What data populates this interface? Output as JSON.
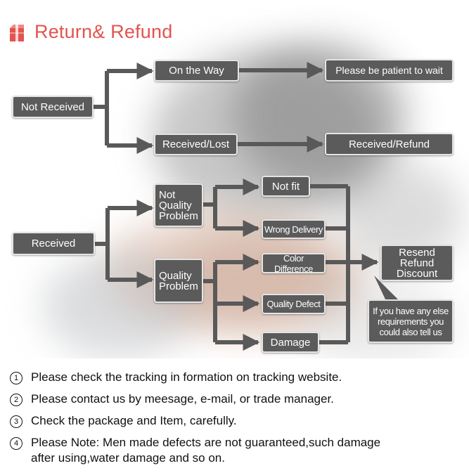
{
  "header": {
    "title": "Return& Refund",
    "icon": "parcel-icon",
    "accent_color": "#e2544f"
  },
  "flow": {
    "not_received": "Not Received",
    "on_the_way": "On the Way",
    "be_patient": "Please be patient to wait",
    "received_lost": "Received/Lost",
    "received_refund": "Received/Refund",
    "received": "Received",
    "not_quality_problem": "Not\nQuality\nProblem",
    "quality_problem": "Quality\nProblem",
    "not_fit": "Not fit",
    "wrong_delivery": "Wrong Delivery",
    "color_difference": "Color Difference",
    "quality_defect": "Quality Defect",
    "damage": "Damage",
    "resend_refund_discount": "Resend\nRefund\nDiscount",
    "other_requirements": "If you have any else\nrequirements you\ncould also tell us"
  },
  "notes": [
    {
      "marker": "1",
      "text": "Please check the tracking in formation on tracking website."
    },
    {
      "marker": "2",
      "text": "Please contact us by meesage, e-mail, or trade manager."
    },
    {
      "marker": "3",
      "text": "Check the package and Item, carefully."
    },
    {
      "marker": "4",
      "text": "Please Note: Men made defects  are not guaranteed,such damage\nafter using,water damage and so on."
    }
  ],
  "colors": {
    "box_fill": "#5b5b5b",
    "box_border": "#e5e5e5",
    "connector": "#595959"
  }
}
